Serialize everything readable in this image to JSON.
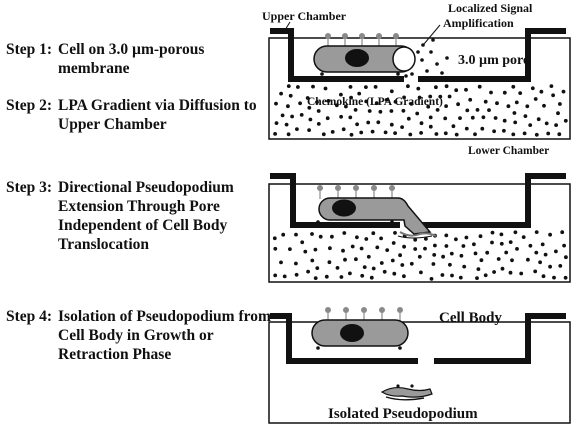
{
  "steps": [
    {
      "number": "Step 1:",
      "text": "Cell on 3.0 µm-porous membrane"
    },
    {
      "number": "Step 2:",
      "text": "LPA Gradient via Diffusion to Upper Chamber"
    },
    {
      "number": "Step 3:",
      "text": "Directional Pseudopodium Extension Through Pore Independent of Cell Body Translocation"
    },
    {
      "number": "Step 4:",
      "text": "Isolation of Pseudopodium from Cell Body in Growth or Retraction Phase"
    }
  ],
  "labels": {
    "upper_chamber": "Upper Chamber",
    "signal_line1": "Localized Signal",
    "signal_line2": "Amplification",
    "pore": "3.0 µm pore",
    "chemokine": "Chemokine (LPA Gradient)",
    "lower_chamber": "Lower Chamber",
    "cell_body": "Cell Body",
    "isolated": "Isolated Pseudopodium"
  },
  "colors": {
    "membrane": "#111111",
    "cell_fill": "#9a9a9a",
    "nucleus": "#111111",
    "receptor": "#8a8a8a",
    "dot": "#111111"
  }
}
